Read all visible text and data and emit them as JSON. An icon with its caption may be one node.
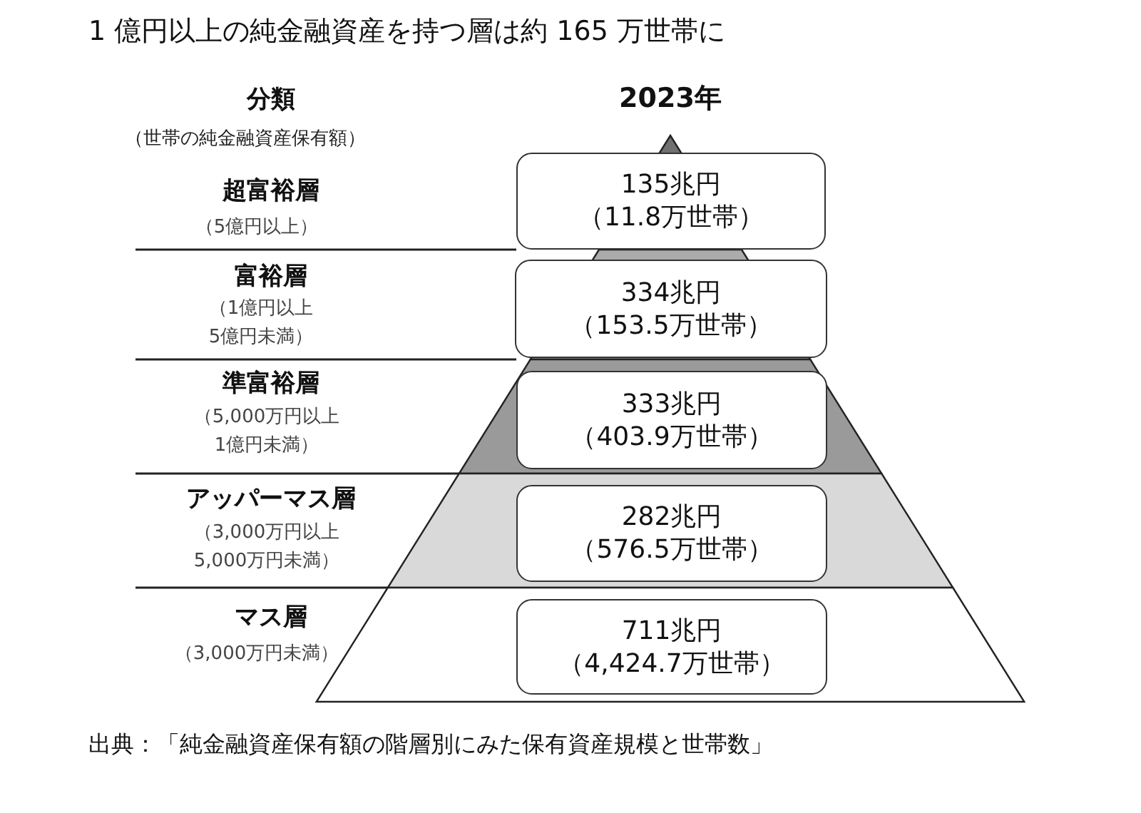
{
  "diagram": {
    "title": "1 億円以上の純金融資産を持つ層は約 165 万世帯に",
    "caption": "出典：「純金融資産保有額の階層別にみた保有資産規模と世帯数」",
    "nodes": [
      {
        "text": [
          "135兆円",
          "（11.8万世帯）"
        ]
      },
      {
        "text": [
          "334兆円",
          "（153.5万世帯）"
        ]
      },
      {
        "text": [
          "333兆円",
          "（403.9万世帯）"
        ]
      },
      {
        "text": [
          "282兆円",
          "（576.5万世帯）"
        ]
      },
      {
        "text": [
          "711兆円",
          "（4,424.7万世帯）"
        ]
      }
    ],
    "labels": [
      "分類",
      "2023年",
      "（世帯の純金融資産保有額）",
      "超富裕層",
      "（5億円以上）",
      "富裕層",
      "（1億円以上5億円未満）",
      "準富裕層",
      "（5,000万円以上1億円未満）",
      "アッパーマス層",
      "（3,000万円以上5,000万円未満）",
      "マス層",
      "（3,000万円未満）"
    ]
  }
}
